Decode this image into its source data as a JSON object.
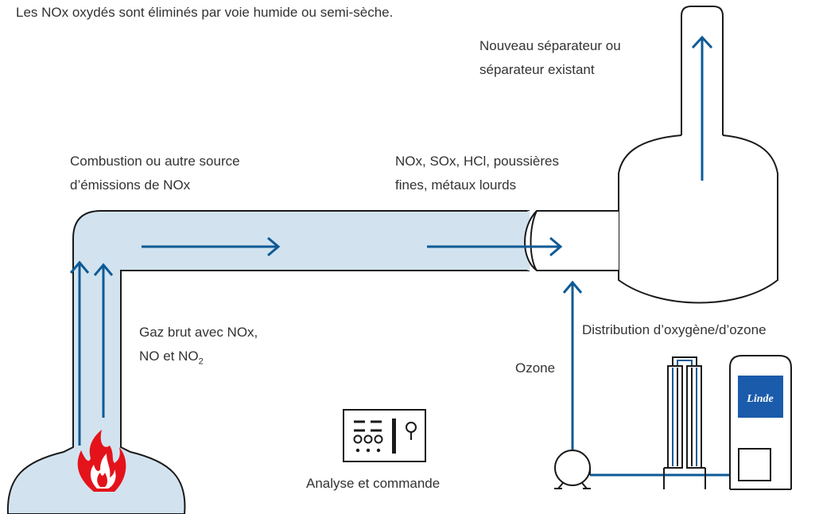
{
  "header": {
    "caption": "Les NOx oxydés sont éliminés par voie humide ou semi-sèche."
  },
  "labels": {
    "separator_line1": "Nouveau séparateur ou",
    "separator_line2": "séparateur existant",
    "combustion_line1": "Combustion ou autre source",
    "combustion_line2": "d’émissions de NOx",
    "pollutants_line1": "NOx, SOx, HCl, poussières",
    "pollutants_line2": "fines, métaux lourds",
    "raw_gas_line1": "Gaz brut avec NOx,",
    "raw_gas_line2_a": "NO et NO",
    "raw_gas_line2_sub": "2",
    "ozone": "Ozone",
    "distribution": "Distribution d’oxygène/d’ozone",
    "analysis": "Analyse et commande",
    "tank_brand": "Linde"
  },
  "colors": {
    "pipe_fill": "#d2e3ef",
    "stroke": "#1a1a1a",
    "arrow": "#0e5a96",
    "flame": "#e4131b",
    "tank_badge": "#1a5bab"
  },
  "icons": {
    "flame": "flame-icon",
    "control_panel": "control-panel-icon",
    "compressor": "compressor-icon",
    "ozone_generator": "ozone-generator-icon",
    "oxygen_tank": "oxygen-tank-icon"
  }
}
